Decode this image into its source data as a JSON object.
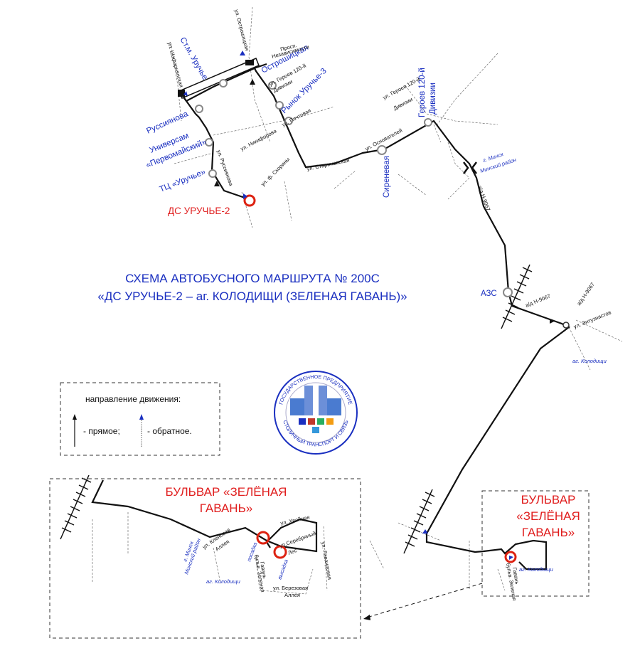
{
  "title": {
    "line1": "СХЕМА АВТОБУСНОГО МАРШРУТА № 200С",
    "line2": "«ДС УРУЧЬЕ-2 – аг. КОЛОДИЩИ (ЗЕЛЕНАЯ ГАВАНЬ)»"
  },
  "stops": {
    "st_m_uruchye": "Ст.м. Уручье",
    "ostroshitskaya": "Острошицкая",
    "russiyanova": "Руссиянова",
    "rynok": "Рынок Уручье-3",
    "univ1": "Универсам",
    "univ2": "«Первомайский»",
    "tc": "ТЦ «Уручье»",
    "ds": "ДС УРУЧЬЕ-2",
    "sirenevaya": "Сиреневая",
    "geroev1": "Героев 120-й",
    "geroev2": "Дивизии",
    "azs": "АЗС"
  },
  "streets": {
    "ostroshitskaya": "ул. Острошицкая",
    "nezav1": "Просп.",
    "nezav2": "Независимости",
    "shafarnyanskaya": "ул. Шафарнянская",
    "geroev_a": "ул. Героев 120-й",
    "geroev_b": "Дивизии",
    "pochtovaya": "ул. Почтовая",
    "nikiforova": "ул. Никифорова",
    "russiyanova": "ул. Руссиянова",
    "skoriny": "ул. ф. Скорины",
    "starinovskaya": "ул. Стариновская",
    "osnovateley": "ул. Основателей",
    "geroev2_a": "ул. Героев 120-й",
    "geroev2_b": "Дивизии",
    "n9067": "а/д Н-9067",
    "n9067b": "а/д Н-9067",
    "n9067c": "а/д Н-9067",
    "entuziastov": "ул. Энтузиастов",
    "minsk": "г. Минск",
    "minsk_district": "Минский район"
  },
  "village": {
    "kolodishchi": "аг. Колодищи"
  },
  "legend": {
    "heading": "направление движения:",
    "forward": "- прямое;",
    "backward": "- обратное."
  },
  "logo": {
    "top": "ГОСУДАРСТВЕННОЕ ПРЕДПРИЯТИЕ",
    "bottom": "СТОЛИЧНЫЙ ТРАНСПОРТ И СВЯЗЬ"
  },
  "inset_big": {
    "heading1": "БУЛЬВАР «ЗЕЛЁНАЯ",
    "heading2": "ГАВАНЬ»",
    "khvoynaya": "ул. Хвойная",
    "serebr1": "ул.Серебряный",
    "serebr2": "Лес",
    "lavandovaya": "ул. Лавандовая",
    "klenovaya1": "ул. Кленовая",
    "klenovaya2": "Аллея",
    "berezovaya1": "ул. Березовая",
    "berezovaya2": "Аллея",
    "zelenaya1": "бульв. Зеленая",
    "zelenaya2": "Гавань",
    "posadka": "посадка",
    "vysadka": "высадка",
    "minsk": "г. Минск",
    "minsk_district": "Минский район",
    "village": "аг. Колодищи"
  },
  "inset_small": {
    "heading1": "БУЛЬВАР",
    "heading2": "«ЗЕЛЁНАЯ",
    "heading3": "ГАВАНЬ»",
    "zelenaya1": "бульв. Зеленая",
    "zelenaya2": "Гавань",
    "village": "аг. Колодищи"
  },
  "colors": {
    "stop_text": "#1a2fc0",
    "terminal": "#e01e1e",
    "route": "#111111"
  }
}
